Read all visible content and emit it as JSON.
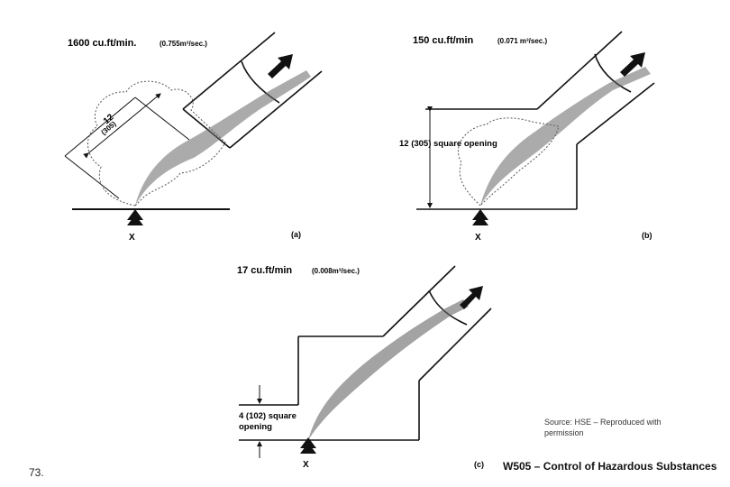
{
  "panels": {
    "a": {
      "flow": "1600 cu.ft/min.",
      "flow_metric": "(0.755m³/sec.)",
      "dim_top": "12",
      "dim_bottom": "(305)",
      "source_mark": "X",
      "label": "(a)"
    },
    "b": {
      "flow": "150 cu.ft/min",
      "flow_metric": "(0.071 m³/sec.)",
      "opening_label": "12 (305) square opening",
      "source_mark": "X",
      "label": "(b)"
    },
    "c": {
      "flow": "17 cu.ft/min",
      "flow_metric": "(0.008m³/sec.)",
      "opening_line1": "4 (102) square",
      "opening_line2": "opening",
      "source_mark": "X",
      "label": "(c)"
    }
  },
  "source_note": "Source: HSE – Reproduced with permission",
  "footer": {
    "page_number": "73.",
    "title": "W505 – Control of Hazardous Substances"
  },
  "colors": {
    "ink": "#111111",
    "smoke": "#444444"
  }
}
